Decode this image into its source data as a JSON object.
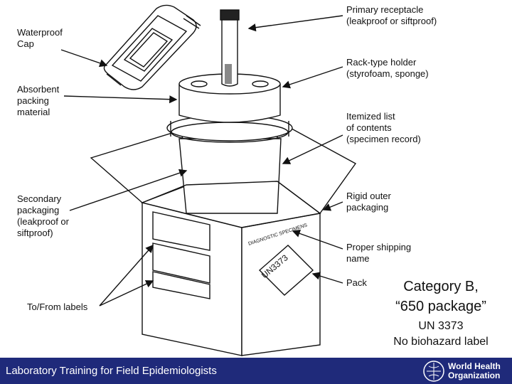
{
  "labels": {
    "primary_receptacle": "Primary receptacle\n(leakproof or siftproof)",
    "waterproof_cap": "Waterproof\nCap",
    "rack_holder": "Rack-type holder\n(styrofoam, sponge)",
    "absorbent": "Absorbent\npacking\nmaterial",
    "itemized_list": "Itemized list\nof contents\n(specimen record)",
    "secondary_packaging": "Secondary\npackaging\n(leakproof or\nsiftproof)",
    "rigid_outer": "Rigid outer\npackaging",
    "proper_shipping": "Proper shipping\nname",
    "pack": "Pack",
    "to_from": "To/From labels"
  },
  "box_text": {
    "diagnostic": "DIAGNOSTIC SPECIMENS",
    "un_number": "UN3373"
  },
  "category": {
    "title": "Category B,",
    "subtitle": "“650 package”",
    "un": "UN 3373",
    "note": "No biohazard label"
  },
  "footer": {
    "text": "Laboratory Training for Field Epidemiologists",
    "org": "World Health\nOrganization"
  },
  "colors": {
    "footer_bg": "#1f2a7a",
    "line": "#111111"
  }
}
